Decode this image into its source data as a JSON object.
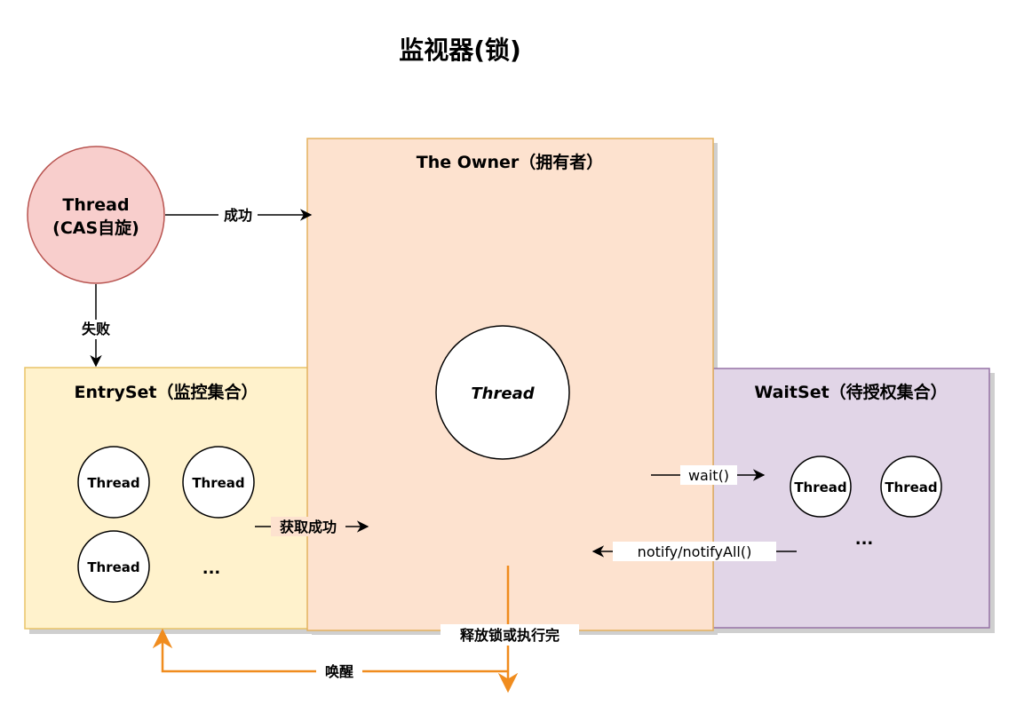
{
  "title": "监视器(锁)",
  "owner": {
    "title": "The Owner（拥有者）",
    "thread": "Thread"
  },
  "cas_thread": {
    "line1": "Thread",
    "line2": "(CAS自旋)"
  },
  "entry_set": {
    "title": "EntrySet（监控集合）",
    "threads": [
      "Thread",
      "Thread",
      "Thread"
    ],
    "ellipsis": "..."
  },
  "wait_set": {
    "title": "WaitSet（待授权集合）",
    "threads": [
      "Thread",
      "Thread"
    ],
    "ellipsis": "..."
  },
  "arrows": {
    "success": "成功",
    "fail": "失败",
    "acquire_success": "获取成功",
    "wait": "wait()",
    "notify": "notify/notifyAll()",
    "release": "释放锁或执行完",
    "wakeup": "唤醒"
  },
  "colors": {
    "owner_fill": "#fde2cf",
    "owner_stroke": "#e3b15e",
    "entry_fill": "#fff2cc",
    "entry_stroke": "#e8c468",
    "wait_fill": "#e1d5e7",
    "wait_stroke": "#9673a6",
    "cas_fill": "#f8cecc",
    "cas_stroke": "#b85450",
    "orange_arrow": "#f08c1e"
  }
}
